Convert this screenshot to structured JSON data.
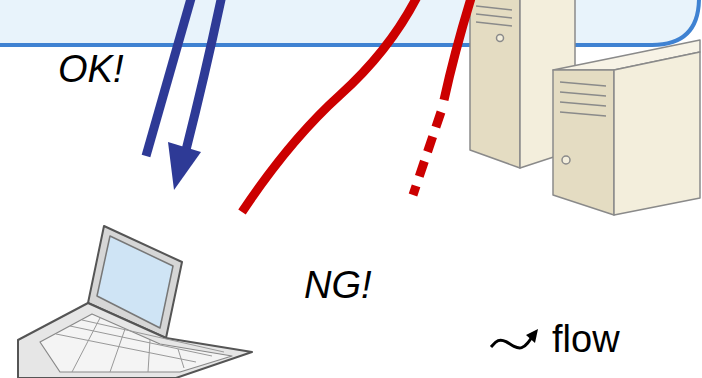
{
  "diagram": {
    "labels": [
      "OK!",
      "NG!"
    ],
    "legend": [
      {
        "text": "flow"
      }
    ]
  }
}
